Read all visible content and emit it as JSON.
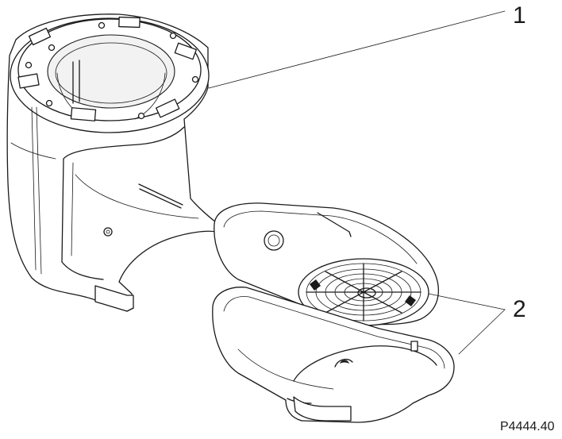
{
  "callouts": [
    {
      "label": "1"
    },
    {
      "label": "2"
    }
  ],
  "reference_code": "P4444.40"
}
